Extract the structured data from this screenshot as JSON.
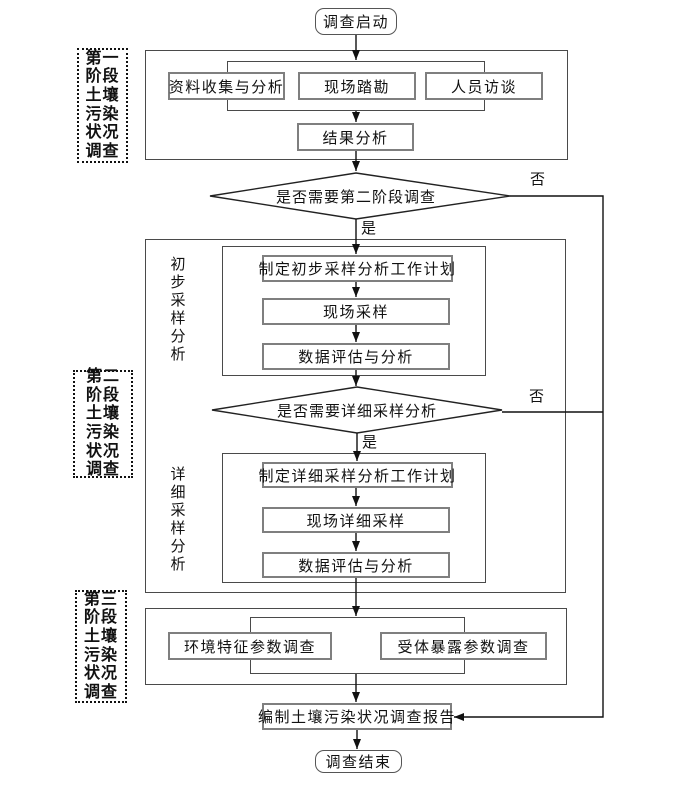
{
  "diagram": {
    "start": "调查启动",
    "stage1": {
      "side_label": "第一阶段土壤污染状况调查",
      "data_collection": "资料收集与分析",
      "site_reconnaissance": "现场踏勘",
      "personnel_interviews": "人员访谈",
      "results_analysis": "结果分析"
    },
    "decision1": {
      "question": "是否需要第二阶段调查",
      "yes": "是",
      "no": "否"
    },
    "stage2": {
      "side_label": "第二阶段土壤污染状况调查",
      "preliminary": {
        "group_label": "初步采样分析",
        "plan": "制定初步采样分析工作计划",
        "sampling": "现场采样",
        "evaluation": "数据评估与分析"
      },
      "decision2": {
        "question": "是否需要详细采样分析",
        "yes": "是",
        "no": "否"
      },
      "detailed": {
        "group_label": "详细采样分析",
        "plan": "制定详细采样分析工作计划",
        "sampling": "现场详细采样",
        "evaluation": "数据评估与分析"
      }
    },
    "stage3": {
      "side_label": "第三阶段土壤污染状况调查",
      "environmental_params": "环境特征参数调查",
      "receptor_exposure_params": "受体暴露参数调查"
    },
    "report": "编制土壤污染状况调查报告",
    "end": "调查结束"
  }
}
